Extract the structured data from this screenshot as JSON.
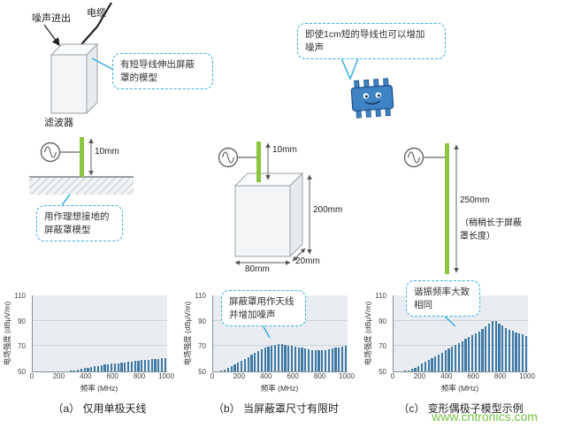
{
  "figure": {
    "top_left": {
      "noise_label": "噪声进出",
      "cable_label": "电缆",
      "filter_label": "滤波器",
      "callout": "有短导线伸出屏蔽\n罩的模型"
    },
    "top_right": {
      "callout": "即使1cm短的导线也可以增加\n噪声"
    },
    "model_a": {
      "height_dim": "10mm",
      "callout": "用作理想接地的\n屏蔽罩模型"
    },
    "model_b": {
      "wire_dim": "10mm",
      "height_dim": "200mm",
      "width_dim": "80mm",
      "depth_dim": "20mm"
    },
    "model_c": {
      "length_dim": "250mm",
      "length_note": "（稍稍长于屏蔽罩长度）"
    },
    "watermark": "www.cntronics.com",
    "colors": {
      "callout_border": "#35aee2",
      "antenna_green": "#8cc540",
      "bar_blue": "#3f7aa6",
      "watermark_green": "#77c043",
      "chip_blue": "#3e83c4"
    }
  },
  "chart_data": [
    {
      "type": "bar",
      "id": "a",
      "caption": "（a） 仅用单极天线",
      "ylabel": "电场强度 (dBμV/m)",
      "xlabel": "频率 (MHz)",
      "ylim": [
        50,
        110
      ],
      "yticks": [
        50,
        70,
        90,
        110
      ],
      "xticks": [
        0,
        200,
        400,
        600,
        800,
        1000
      ],
      "x_unit": "MHz",
      "x": [
        25,
        50,
        75,
        100,
        125,
        150,
        175,
        200,
        225,
        250,
        275,
        300,
        325,
        350,
        375,
        400,
        425,
        450,
        475,
        500,
        525,
        550,
        575,
        600,
        625,
        650,
        675,
        700,
        725,
        750,
        775,
        800,
        825,
        850,
        875,
        900,
        925,
        950,
        975,
        1000
      ],
      "values": [
        50,
        50,
        50,
        50,
        50,
        50,
        50,
        50,
        50,
        50,
        50,
        50.5,
        51,
        51.5,
        52,
        52.5,
        53,
        53.5,
        54,
        54.5,
        55,
        55.3,
        55.6,
        56,
        56.3,
        56.6,
        57,
        57.3,
        57.6,
        58,
        58.2,
        58.5,
        58.8,
        59,
        59.2,
        59.5,
        59.7,
        60,
        60.2,
        60.5
      ]
    },
    {
      "type": "bar",
      "id": "b",
      "caption": "（b） 当屏蔽罩尺寸有限时",
      "annotation": "屏蔽罩用作天线\n并增加噪声",
      "ylabel": "电场强度 (dBμV/m)",
      "xlabel": "频率 (MHz)",
      "ylim": [
        50,
        110
      ],
      "yticks": [
        50,
        70,
        90,
        110
      ],
      "xticks": [
        0,
        200,
        400,
        600,
        800,
        1000
      ],
      "x_unit": "MHz",
      "x": [
        25,
        50,
        75,
        100,
        125,
        150,
        175,
        200,
        225,
        250,
        275,
        300,
        325,
        350,
        375,
        400,
        425,
        450,
        475,
        500,
        525,
        550,
        575,
        600,
        625,
        650,
        675,
        700,
        725,
        750,
        775,
        800,
        825,
        850,
        875,
        900,
        925,
        950,
        975,
        1000
      ],
      "values": [
        50,
        50,
        50.5,
        51.5,
        52.5,
        54,
        55.5,
        57,
        58.5,
        60,
        61.5,
        63,
        64.5,
        66,
        67.5,
        68.5,
        69.5,
        70.5,
        71,
        71.5,
        71.5,
        71,
        70.5,
        70,
        69.5,
        69,
        68.5,
        68,
        67.5,
        67,
        66.5,
        66.5,
        66.5,
        67,
        67.5,
        68,
        68.5,
        69,
        69.5,
        70
      ]
    },
    {
      "type": "bar",
      "id": "c",
      "caption": "（c） 变形偶极子模型示例",
      "annotation": "谐振频率大致\n相同",
      "ylabel": "电场强度 (dBμV/m)",
      "xlabel": "频率 (MHz)",
      "ylim": [
        50,
        110
      ],
      "yticks": [
        50,
        70,
        90,
        110
      ],
      "xticks": [
        0,
        200,
        400,
        600,
        800,
        1000
      ],
      "x_unit": "MHz",
      "x": [
        25,
        50,
        75,
        100,
        125,
        150,
        175,
        200,
        225,
        250,
        275,
        300,
        325,
        350,
        375,
        400,
        425,
        450,
        475,
        500,
        525,
        550,
        575,
        600,
        625,
        650,
        675,
        700,
        725,
        750,
        775,
        800,
        825,
        850,
        875,
        900,
        925,
        950,
        975,
        1000
      ],
      "values": [
        50,
        50,
        50,
        50.5,
        51,
        52,
        53,
        54.5,
        56,
        57.5,
        59,
        60.5,
        62,
        63.5,
        65,
        66.5,
        68,
        69.5,
        71,
        72.5,
        74,
        75.5,
        77,
        78.5,
        80,
        81.5,
        83.5,
        85.5,
        87.5,
        89.5,
        90,
        88,
        86,
        84.5,
        83,
        82,
        81,
        80,
        79,
        78
      ]
    }
  ]
}
